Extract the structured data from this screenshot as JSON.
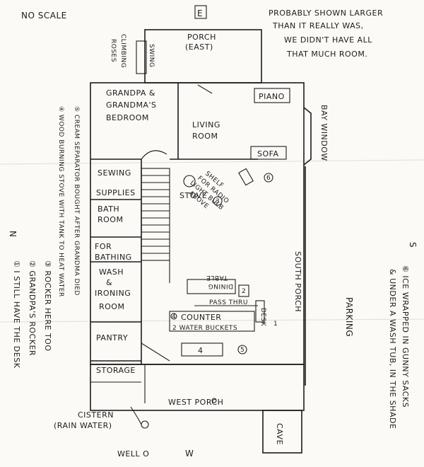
{
  "header": {
    "scale_note": "NO SCALE",
    "disclaimer_lines": [
      "PROBABLY SHOWN LARGER",
      "THAN IT REALLY WAS,",
      "WE DIDN'T HAVE ALL",
      "THAT MUCH ROOM."
    ]
  },
  "compass": {
    "east": "E",
    "west": "W",
    "north": "N",
    "south": "S"
  },
  "rooms": {
    "porch_east": [
      "PORCH",
      "(EAST)"
    ],
    "climbing_roses": [
      "CLIMBING",
      "ROSES"
    ],
    "swing": "SWING",
    "bedroom": [
      "GRANDPA &",
      "GRANDMA'S",
      "BEDROOM"
    ],
    "living_room": [
      "LIVING",
      "ROOM"
    ],
    "piano": "PIANO",
    "sofa": "SOFA",
    "bay_window": "BAY WINDOW",
    "sewing": [
      "SEWING",
      "SUPPLIES"
    ],
    "bath_room": [
      "BATH",
      "ROOM"
    ],
    "for_bathing": [
      "FOR",
      "BATHING"
    ],
    "wash_room": [
      "WASH",
      "&",
      "IRONING",
      "ROOM"
    ],
    "pantry": "PANTRY",
    "storage": "STORAGE",
    "stove": "STOVE",
    "shelf_note": [
      "SHELF",
      "FOR RADIO",
      "LIGHT BULB",
      "ABOVE"
    ],
    "dining_table": [
      "DINING",
      "TABLE"
    ],
    "pass_thru": "PASS THRU",
    "counter": "COUNTER",
    "water_buckets": "2 WATER BUCKETS",
    "desk": "DESK",
    "south_porch": "SOUTH PORCH",
    "west_porch": "WEST PORCH",
    "parking": "PARKING",
    "cistern": [
      "CISTERN",
      "(RAIN WATER)"
    ],
    "well": "WELL O",
    "cave": "CAVE"
  },
  "markers": {
    "m1": "1",
    "m2": "2",
    "m3": "3",
    "m4": "4",
    "m5": "5",
    "m6": "6"
  },
  "notes": {
    "left_lines": [
      "① I STILL HAVE THE DESK",
      "② GRANDPA'S ROCKER",
      "③ ROCKER HERE TOO",
      "④ WOOD BURNING STOVE WITH TANK TO HEAT WATER",
      "⑤ CREAM SEPARATOR BOUGHT AFTER GRANDMA DIED"
    ],
    "right_lines": [
      "⑥ ICE WRAPPED IN GUNNY SACKS",
      "& UNDER A WASH TUB, IN THE SHADE"
    ]
  },
  "colors": {
    "ink": "#1c1c1c",
    "paper": "#fbfaf6"
  }
}
